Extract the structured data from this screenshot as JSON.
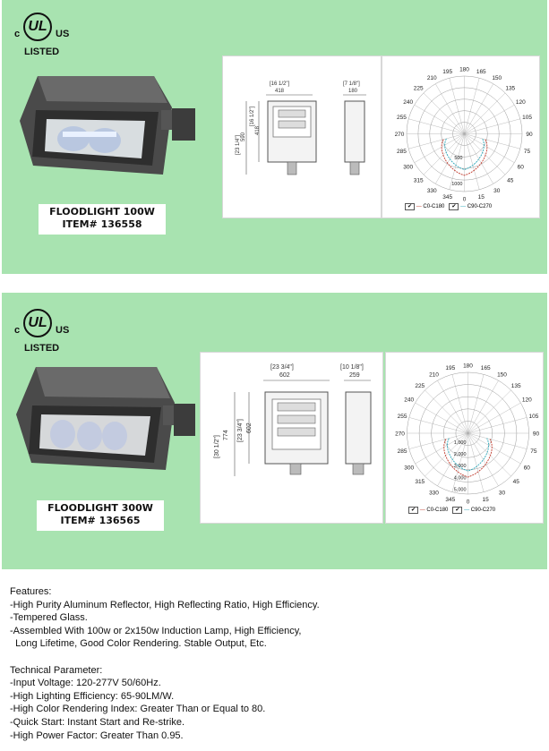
{
  "certification": {
    "prefix": "c",
    "mark": "UL",
    "suffix": "US",
    "listed": "LISTED"
  },
  "products": [
    {
      "title": "FLOODLIGHT 100W",
      "item": "ITEM# 136558",
      "dims": {
        "width_in": "[16 1/2\"]",
        "width_mm": "418",
        "height_in": "[16 1/2\"]",
        "height_mm": "418",
        "total_in": "[23 1/4\"]",
        "total_mm": "590",
        "depth_in": "[7 1/8\"]",
        "depth_mm": "180"
      },
      "polar": {
        "angles_top": [
          "195",
          "180",
          "165"
        ],
        "left": [
          "210",
          "225",
          "240",
          "255",
          "270",
          "285",
          "300",
          "315",
          "330",
          "345"
        ],
        "right": [
          "150",
          "135",
          "120",
          "105",
          "90",
          "75",
          "60",
          "45",
          "30",
          "15"
        ],
        "bottom": "0",
        "radial": [
          "500",
          "1000"
        ],
        "legend_a": "C0-C180",
        "legend_b": "C90-C270"
      }
    },
    {
      "title": "FLOODLIGHT 300W",
      "item": "ITEM# 136565",
      "dims": {
        "width_in": "[23 3/4\"]",
        "width_mm": "602",
        "height_in": "[23 3/4\"]",
        "height_mm": "602",
        "total_in": "[30 1/2\"]",
        "total_mm": "774",
        "depth_in": "[10 1/8\"]",
        "depth_mm": "259"
      },
      "polar": {
        "angles_top": [
          "195",
          "180",
          "165"
        ],
        "left": [
          "210",
          "225",
          "240",
          "255",
          "270",
          "285",
          "300",
          "315",
          "330",
          "345"
        ],
        "right": [
          "150",
          "135",
          "120",
          "105",
          "90",
          "75",
          "60",
          "45",
          "30",
          "15"
        ],
        "bottom": "0",
        "radial": [
          "1,000",
          "2,000",
          "3,000",
          "4,000",
          "5,000"
        ],
        "legend_a": "C0-C180",
        "legend_b": "C90-C270"
      }
    }
  ],
  "features": {
    "heading": "Features:",
    "lines": [
      "-High Purity Aluminum Reflector, High Reflecting Ratio, High Efficiency.",
      "-Tempered Glass.",
      "-Assembled With 100w or 2x150w Induction Lamp, High Efficiency,",
      "  Long Lifetime, Good Color Rendering. Stable Output, Etc."
    ],
    "tech_heading": "Technical Parameter:",
    "tech_lines": [
      "-Input Voltage: 120-277V 50/60Hz.",
      "-High Lighting Efficiency: 65-90LM/W.",
      "-High Color Rendering Index: Greater Than or Equal to 80.",
      "-Quick Start: Instant Start and Re-strike.",
      "-High Power Factor: Greater Than 0.95."
    ]
  },
  "colors": {
    "panel": "#a8e3b0",
    "curve_a": "#c0392b",
    "curve_b": "#2aa6b8"
  }
}
